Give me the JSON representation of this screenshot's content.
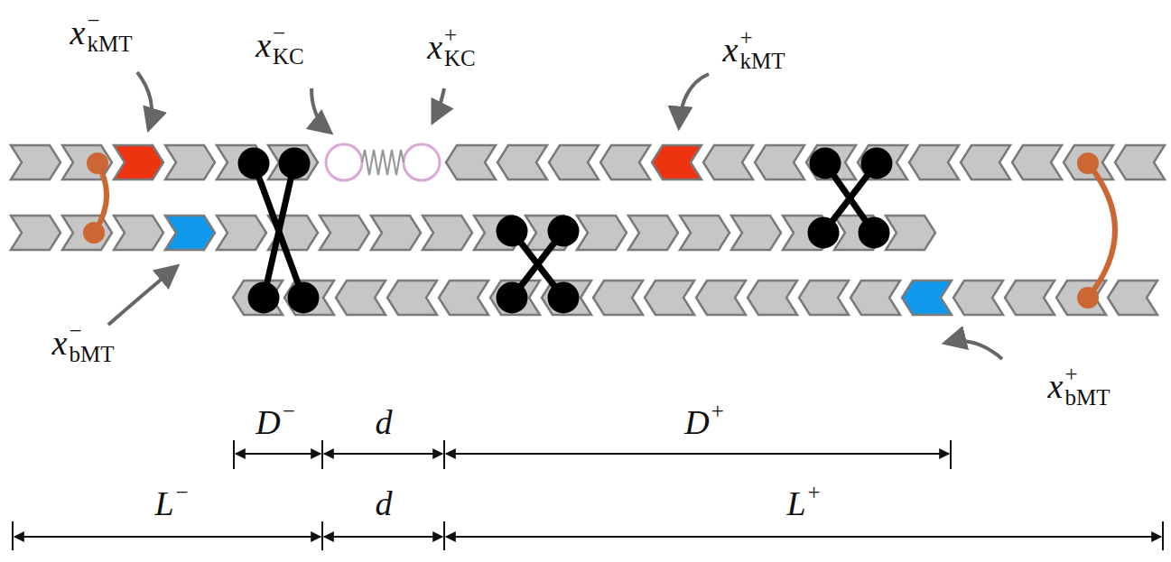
{
  "diagram": {
    "labels": [
      "x−kMT",
      "x−KC",
      "x+KC",
      "x+kMT",
      "x−bMT",
      "x+bMT",
      "D−",
      "d",
      "D+",
      "L−",
      "d",
      "L+"
    ]
  }
}
